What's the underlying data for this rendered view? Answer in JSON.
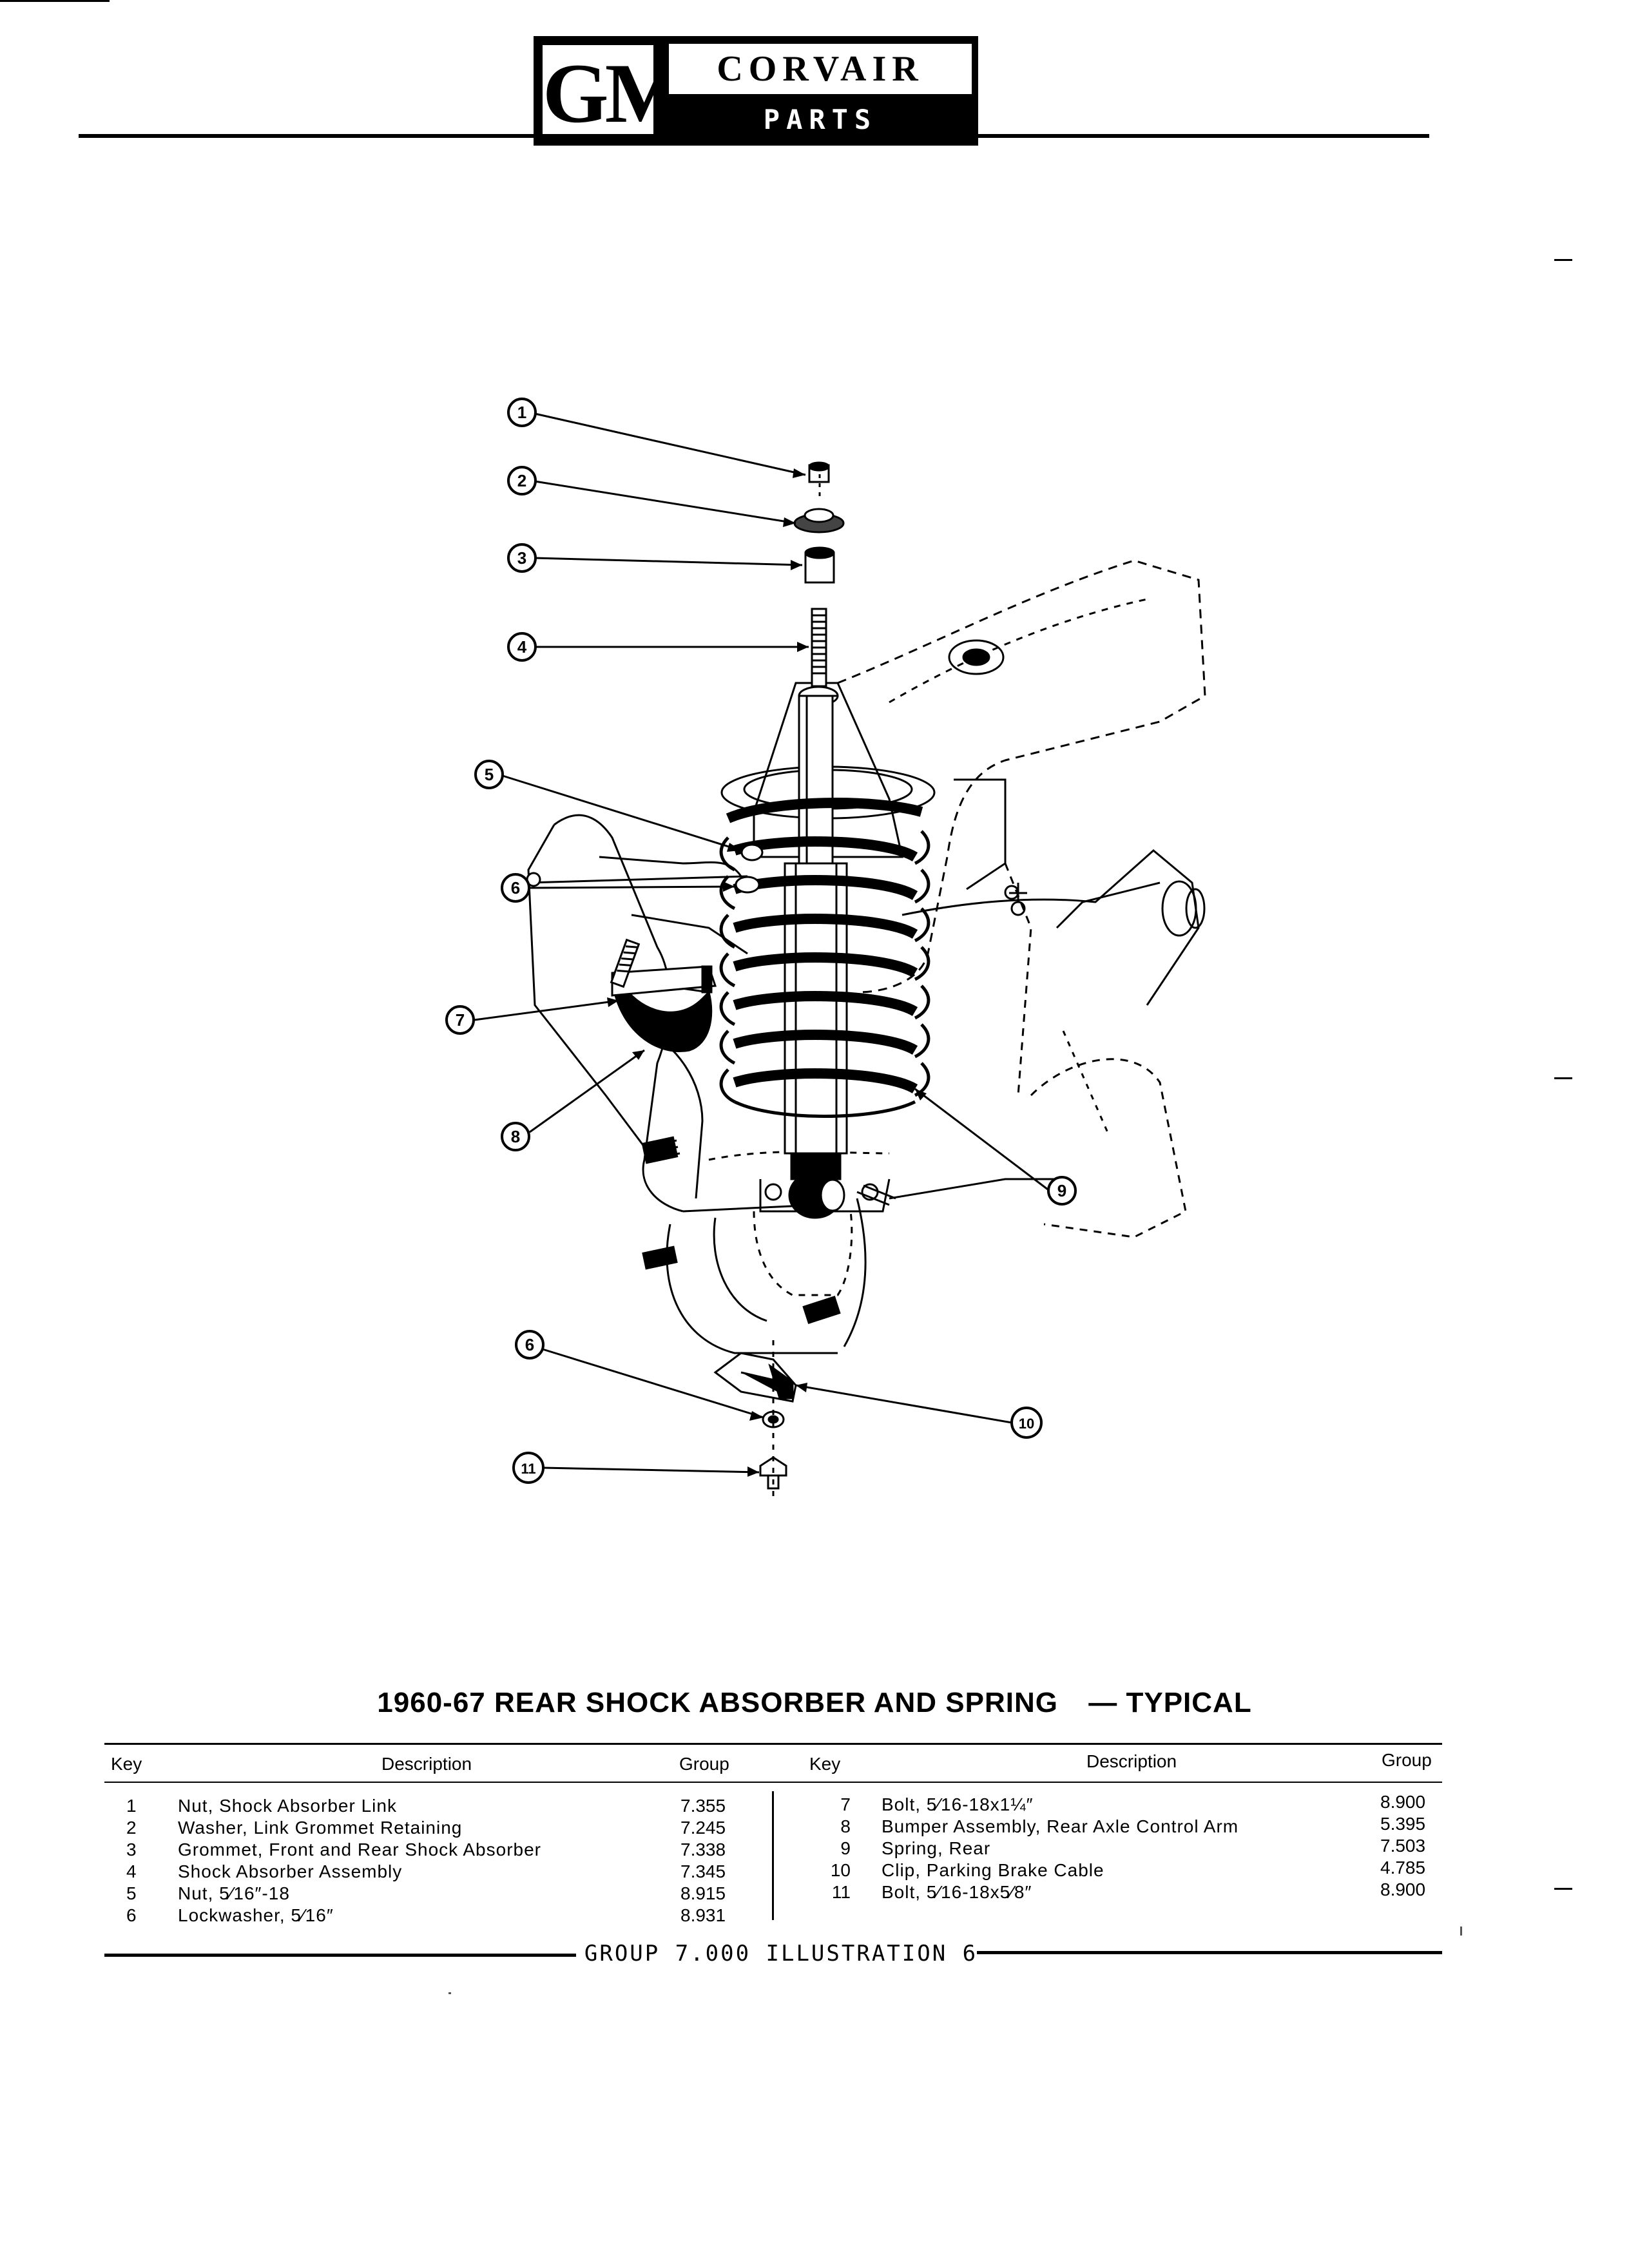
{
  "header": {
    "logo": "GM",
    "title": "CORVAIR",
    "subtitle": "PARTS CATALOGUE"
  },
  "callouts": [
    "1",
    "2",
    "3",
    "4",
    "5",
    "6",
    "7",
    "8",
    "9",
    "6",
    "10",
    "11"
  ],
  "caption": {
    "title": "1960-67 REAR SHOCK ABSORBER AND SPRING",
    "suffix": "— TYPICAL"
  },
  "table": {
    "headers": {
      "key_left": "Key",
      "description_left": "Description",
      "group_left": "Group",
      "key_right": "Key",
      "description_right": "Description",
      "group_right": "Group"
    },
    "left": [
      {
        "key": "1",
        "description": "Nut, Shock Absorber Link",
        "group": "7.355"
      },
      {
        "key": "2",
        "description": "Washer, Link Grommet Retaining",
        "group": "7.245"
      },
      {
        "key": "3",
        "description": "Grommet, Front and Rear Shock Absorber",
        "group": "7.338"
      },
      {
        "key": "4",
        "description": "Shock Absorber Assembly",
        "group": "7.345"
      },
      {
        "key": "5",
        "description": "Nut, 5⁄16″-18",
        "group": "8.915"
      },
      {
        "key": "6",
        "description": "Lockwasher, 5⁄16″",
        "group": "8.931"
      }
    ],
    "right": [
      {
        "key": "7",
        "description": "Bolt, 5⁄16-18x1¼″",
        "group": "8.900"
      },
      {
        "key": "8",
        "description": "Bumper Assembly, Rear Axle Control Arm",
        "group": "5.395"
      },
      {
        "key": "9",
        "description": "Spring, Rear",
        "group": "7.503"
      },
      {
        "key": "10",
        "description": "Clip, Parking Brake Cable",
        "group": "4.785"
      },
      {
        "key": "11",
        "description": "Bolt, 5⁄16-18x5⁄8″",
        "group": "8.900"
      }
    ]
  },
  "footer": "GROUP 7.000 ILLUSTRATION 6"
}
